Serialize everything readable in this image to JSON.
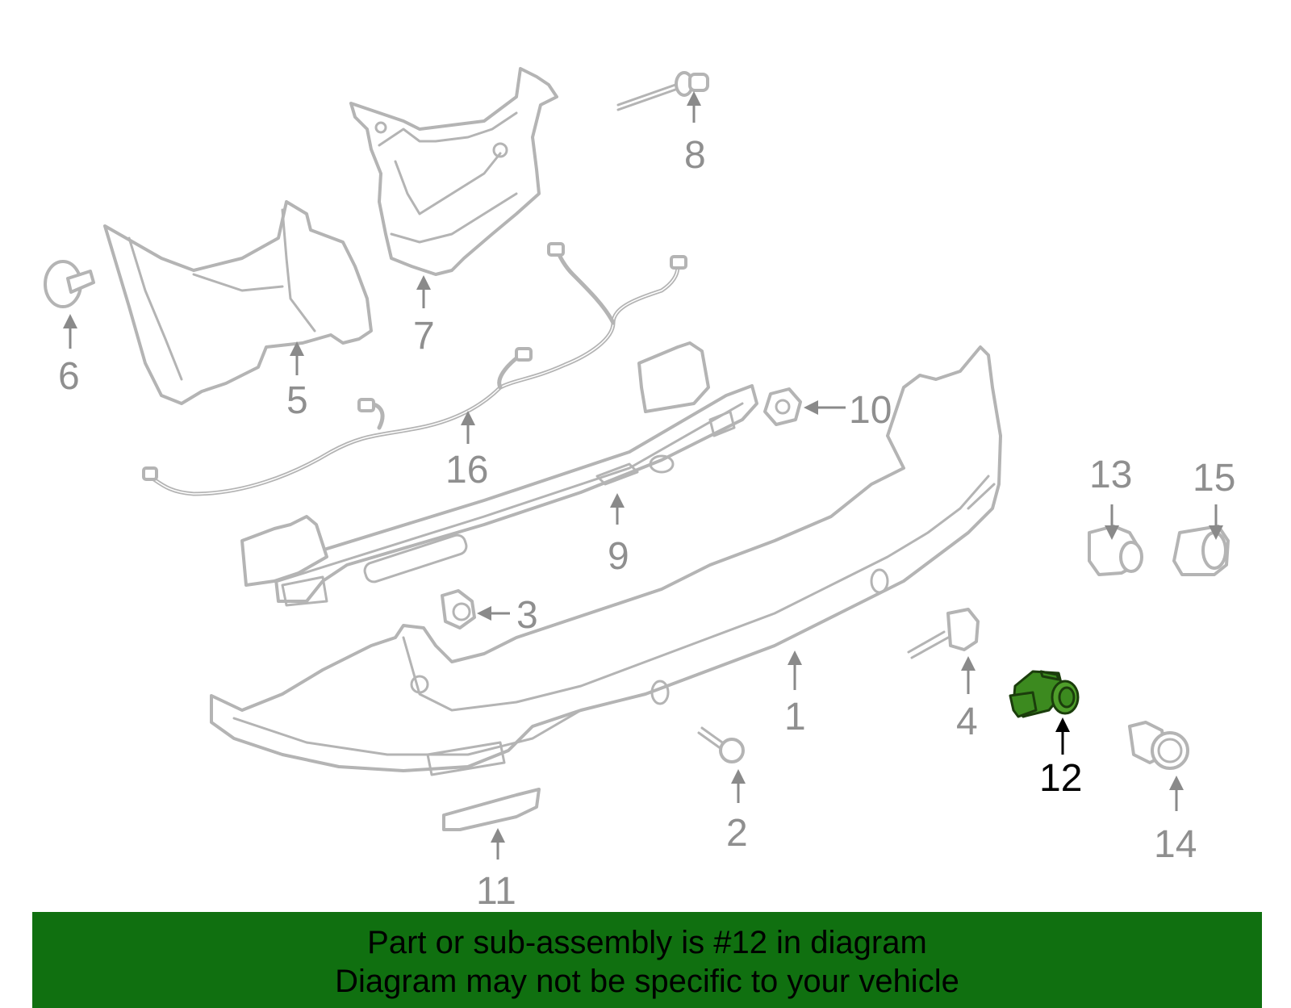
{
  "callouts": {
    "c1": "1",
    "c2": "2",
    "c3": "3",
    "c4": "4",
    "c5": "5",
    "c6": "6",
    "c7": "7",
    "c8": "8",
    "c9": "9",
    "c10": "10",
    "c11": "11",
    "c12": "12",
    "c13": "13",
    "c14": "14",
    "c15": "15",
    "c16": "16"
  },
  "highlighted_part": "12",
  "colors": {
    "highlight": "#3c8a1f",
    "banner": "#107010",
    "linework": "#b4b4b4"
  },
  "banner": {
    "line1": "Part or sub-assembly is #12 in diagram",
    "line2": "Diagram may not be specific to your vehicle"
  }
}
